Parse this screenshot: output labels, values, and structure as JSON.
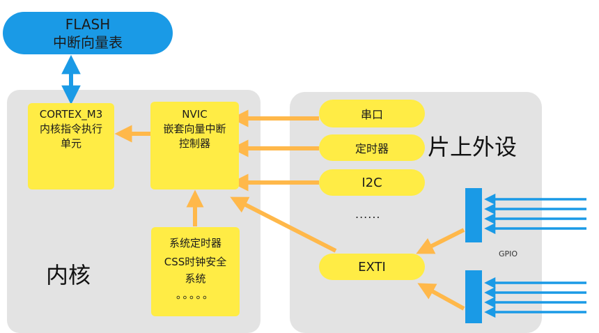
{
  "flash": {
    "line1": "FLASH",
    "line2": "中断向量表"
  },
  "core": {
    "label": "内核",
    "cortex": {
      "line1": "CORTEX_M3",
      "line2": "内核指令执行",
      "line3": "单元"
    },
    "nvic": {
      "line1": "NVIC",
      "line2": "嵌套向量中断",
      "line3": "控制器"
    },
    "sys": {
      "line1": "系统定时器",
      "line2": "CSS时钟安全",
      "line3": "系统",
      "line4": "。。。。。"
    }
  },
  "peripherals": {
    "label": "片上外设",
    "items": [
      "串口",
      "定时器",
      "I2C"
    ],
    "ellipsis": "......",
    "exti": "EXTI",
    "gpio_label": "GPIO"
  },
  "colors": {
    "blue": "#1a9ae6",
    "yellow": "#ffec45",
    "orange": "#ffb84a",
    "panel": "#e3e3e3"
  }
}
